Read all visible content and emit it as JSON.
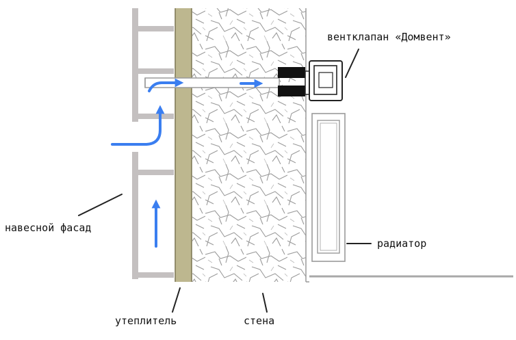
{
  "labels": {
    "valve": "вентклапан «Домвент»",
    "facade": "навесной фасад",
    "radiator": "радиатор",
    "insulation": "утеплитель",
    "wall": "стена"
  },
  "colors": {
    "airflow": "#3a7ef0",
    "insulation": "#bdb78f",
    "insulation_edge": "#7b7552",
    "facade_frame": "#c4c0c0",
    "wall_crack": "#9a9a9a",
    "outline": "#222222"
  },
  "icons": {
    "airflow": "arrow-icon",
    "valve": "valve-icon",
    "radiator": "radiator-icon"
  }
}
